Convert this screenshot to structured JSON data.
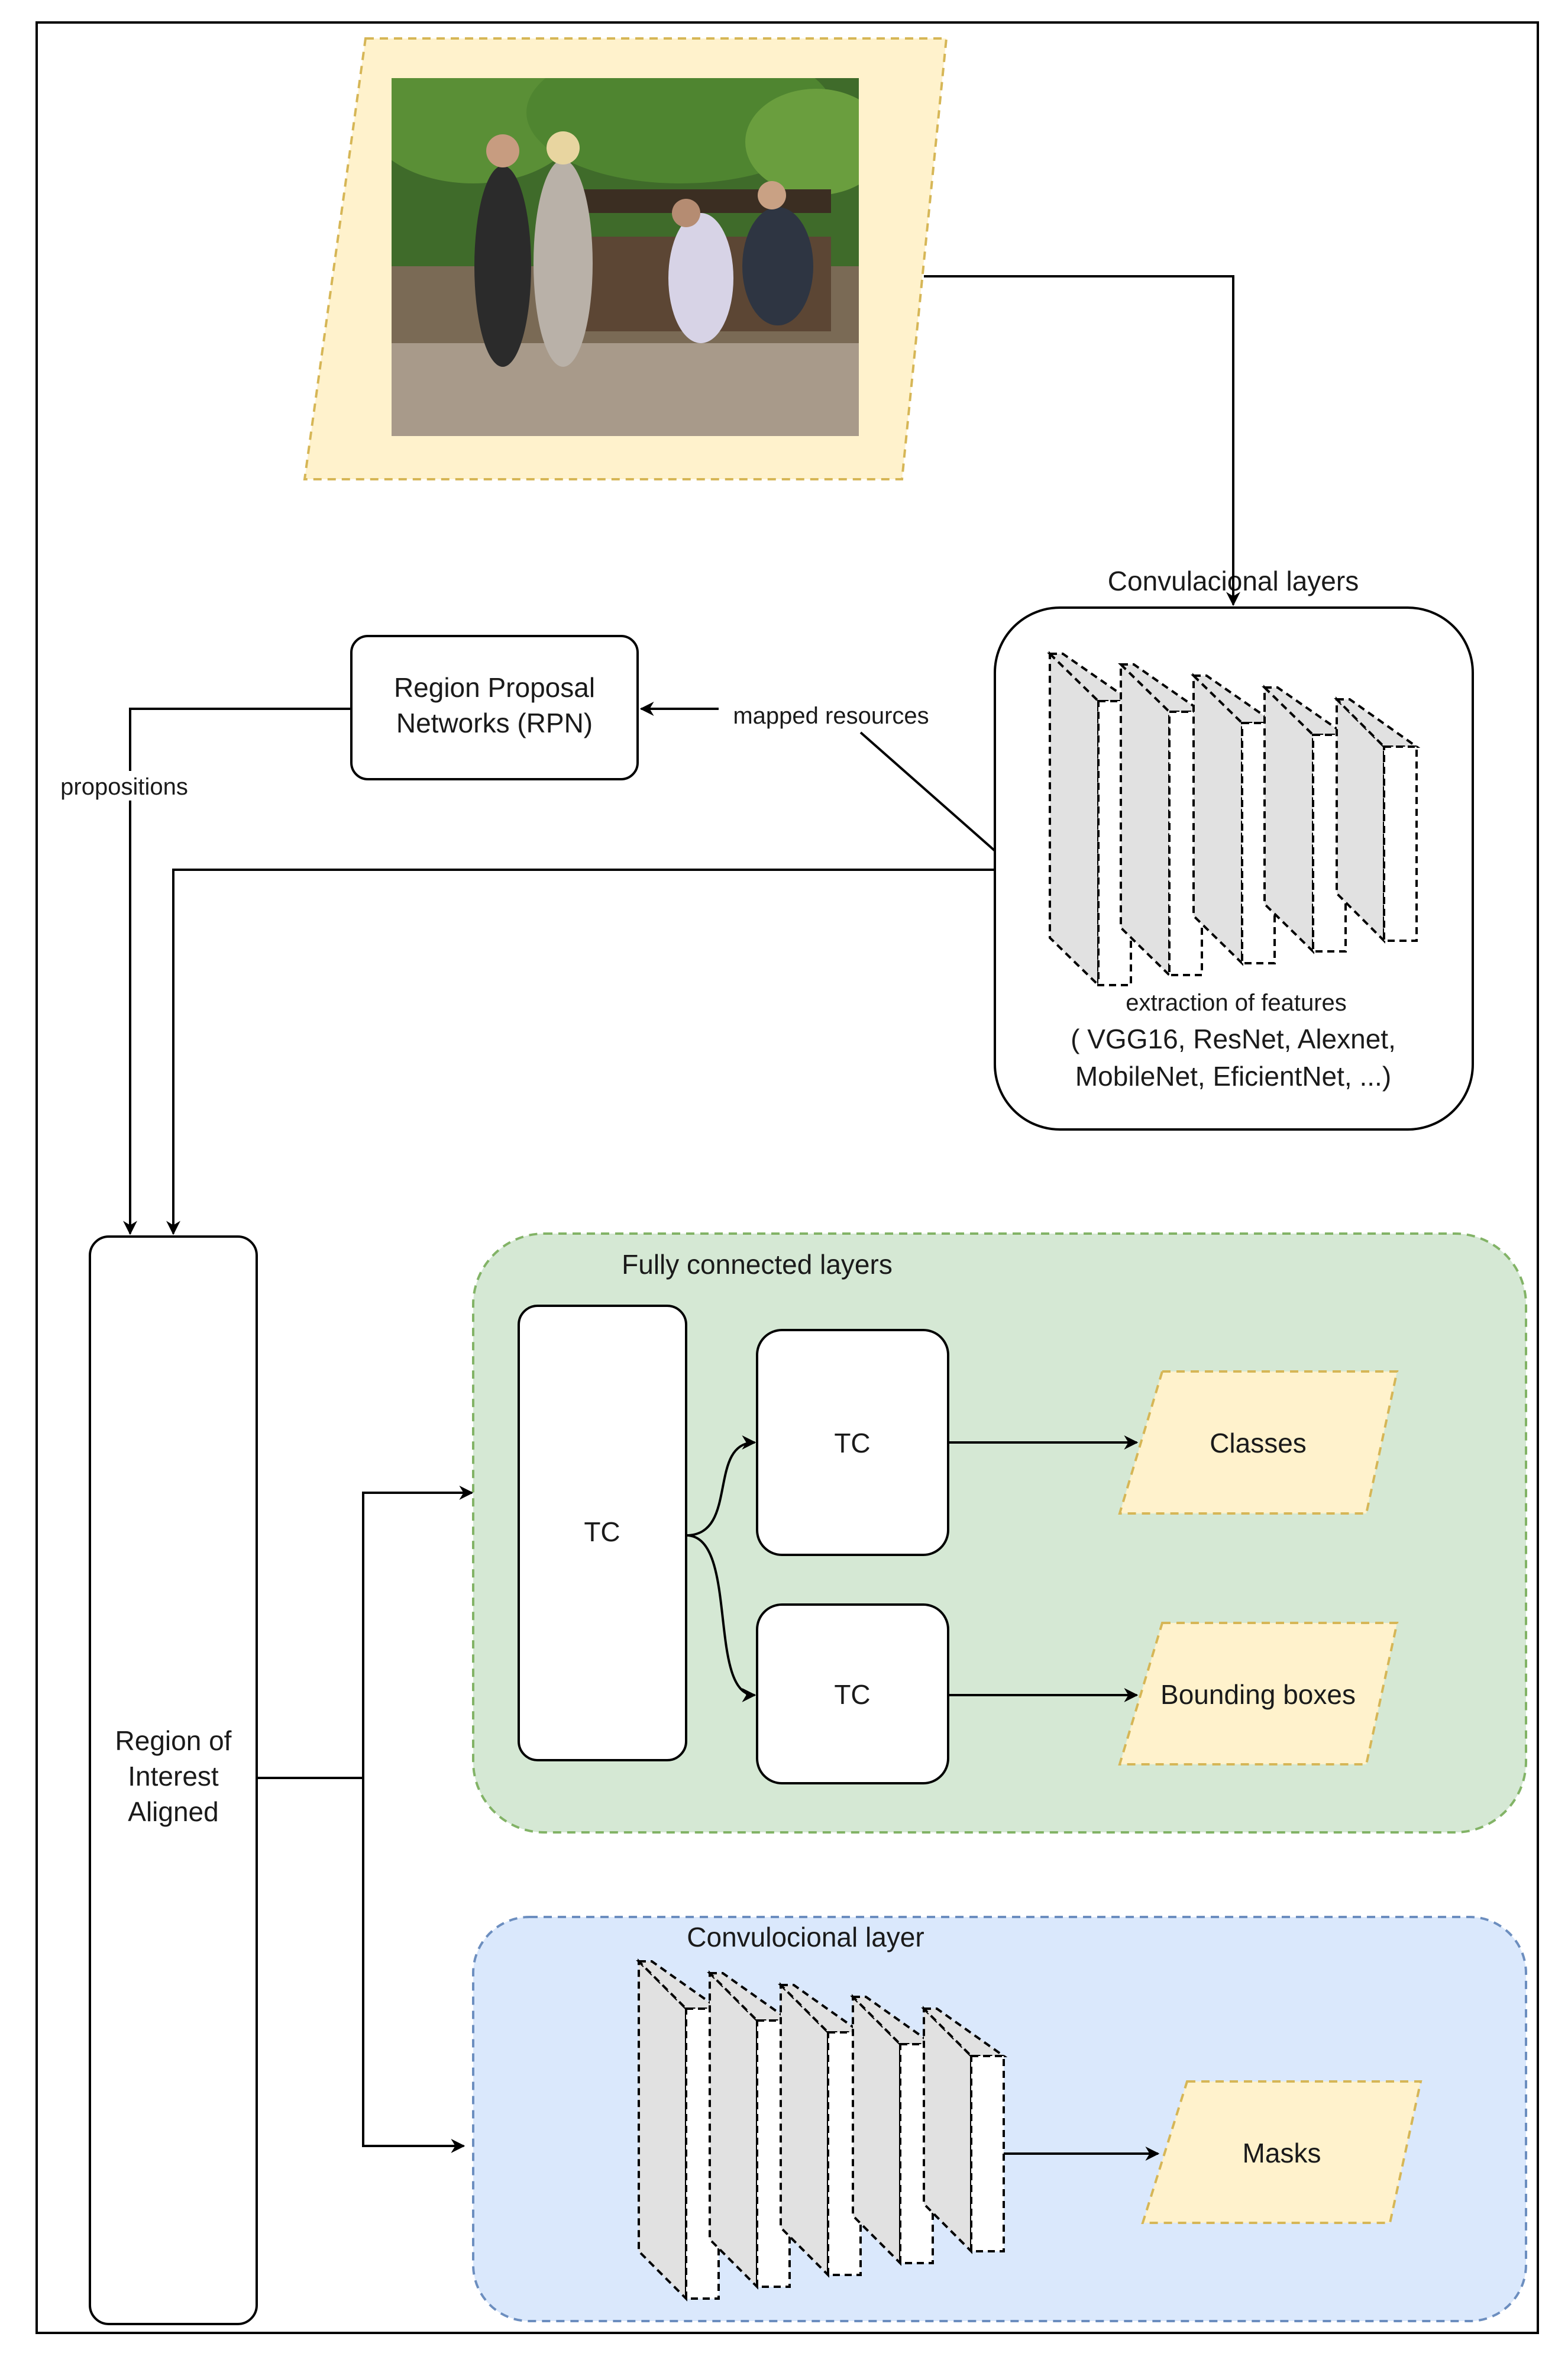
{
  "colors": {
    "frame": "#000000",
    "input_fill": "#fff2cc",
    "input_stroke": "#d6b656",
    "fc_panel_fill": "#d5e8d4",
    "fc_panel_stroke": "#82b366",
    "conv_panel_fill": "#dae8fc",
    "conv_panel_stroke": "#6c8ebf",
    "layer_side": "#e1e1e1",
    "layer_front": "#ffffff"
  },
  "input_image": {
    "description": "photo-placeholder"
  },
  "backbone": {
    "title": "Convulacional layers",
    "caption_1": "extraction of features",
    "caption_2": "( VGG16, ResNet, Alexnet,",
    "caption_3": "MobileNet, EficientNet, ...)"
  },
  "rpn": {
    "line_1": "Region Proposal",
    "line_2": "Networks (RPN)"
  },
  "edges": {
    "mapped_resources": "mapped resources",
    "propositions": "propositions"
  },
  "roi": {
    "line_1": "Region of",
    "line_2": "Interest",
    "line_3": "Aligned"
  },
  "fc": {
    "title": "Fully connected layers",
    "tc_main": "TC",
    "tc_upper": "TC",
    "tc_lower": "TC",
    "out_classes": "Classes",
    "out_boxes": "Bounding boxes"
  },
  "mask_branch": {
    "title": "Convulocional layer",
    "out_masks": "Masks"
  }
}
